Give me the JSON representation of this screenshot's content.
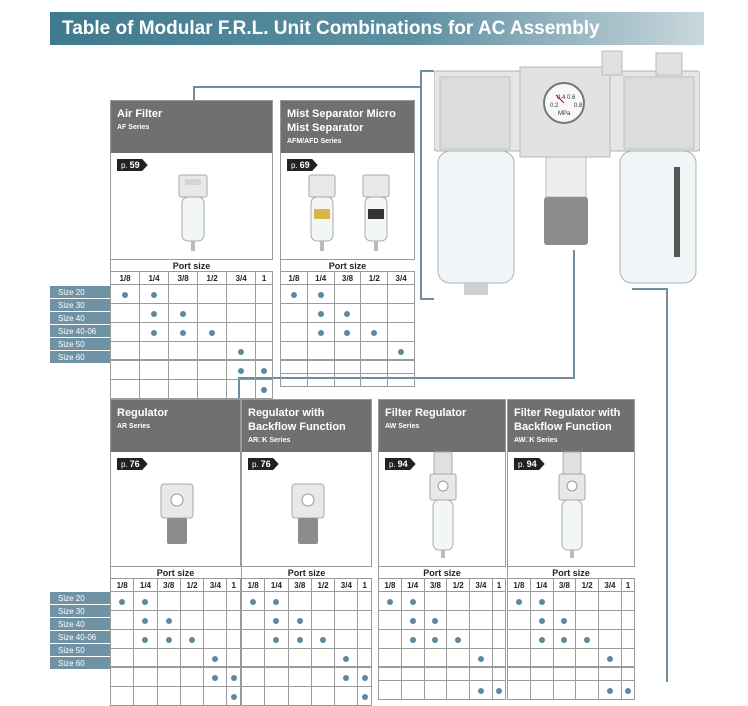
{
  "page_title": "Table of Modular F.R.L. Unit Combinations for AC Assembly",
  "port_size_label": "Port size",
  "top_group": {
    "columns": [
      "1/8",
      "1/4",
      "3/8",
      "1/2",
      "3/4",
      "1"
    ],
    "sizes": [
      "Size 20",
      "Size 30",
      "Size 40",
      "Size 40-06",
      "Size 50",
      "Size 60"
    ],
    "cards": [
      {
        "title": "Air Filter",
        "series": "AF Series",
        "page": "59",
        "columns": [
          "1/8",
          "1/4",
          "3/8",
          "1/2",
          "3/4",
          "1"
        ],
        "matrix": [
          [
            1,
            1,
            0,
            0,
            0,
            0
          ],
          [
            0,
            1,
            1,
            0,
            0,
            0
          ],
          [
            0,
            1,
            1,
            1,
            0,
            0
          ],
          [
            0,
            0,
            0,
            0,
            1,
            0
          ],
          [
            0,
            0,
            0,
            0,
            1,
            1
          ],
          [
            0,
            0,
            0,
            0,
            0,
            1
          ]
        ]
      },
      {
        "title": "Mist Separator Micro Mist Separator",
        "series": "AFM/AFD Series",
        "page": "69",
        "columns": [
          "1/8",
          "1/4",
          "3/8",
          "1/2",
          "3/4"
        ],
        "matrix": [
          [
            1,
            1,
            0,
            0,
            0
          ],
          [
            0,
            1,
            1,
            0,
            0
          ],
          [
            0,
            1,
            1,
            1,
            0
          ],
          [
            0,
            0,
            0,
            0,
            1
          ],
          [
            0,
            0,
            0,
            0,
            0
          ],
          [
            0,
            0,
            0,
            0,
            0
          ]
        ]
      }
    ]
  },
  "bottom_group": {
    "sizes": [
      "Size 20",
      "Size 30",
      "Size 40",
      "Size 40-06",
      "Size 50",
      "Size 60"
    ],
    "cards": [
      {
        "title": "Regulator",
        "series": "AR Series",
        "page": "76",
        "columns": [
          "1/8",
          "1/4",
          "3/8",
          "1/2",
          "3/4",
          "1"
        ],
        "matrix": [
          [
            1,
            1,
            0,
            0,
            0,
            0
          ],
          [
            0,
            1,
            1,
            0,
            0,
            0
          ],
          [
            0,
            1,
            1,
            1,
            0,
            0
          ],
          [
            0,
            0,
            0,
            0,
            1,
            0
          ],
          [
            0,
            0,
            0,
            0,
            1,
            1
          ],
          [
            0,
            0,
            0,
            0,
            0,
            1
          ]
        ]
      },
      {
        "title": "Regulator with Backflow Function",
        "series": "AR□K Series",
        "page": "76",
        "columns": [
          "1/8",
          "1/4",
          "3/8",
          "1/2",
          "3/4",
          "1"
        ],
        "matrix": [
          [
            1,
            1,
            0,
            0,
            0,
            0
          ],
          [
            0,
            1,
            1,
            0,
            0,
            0
          ],
          [
            0,
            1,
            1,
            1,
            0,
            0
          ],
          [
            0,
            0,
            0,
            0,
            1,
            0
          ],
          [
            0,
            0,
            0,
            0,
            1,
            1
          ],
          [
            0,
            0,
            0,
            0,
            0,
            1
          ]
        ]
      },
      {
        "title": "Filter Regulator",
        "series": "AW Series",
        "page": "94",
        "columns": [
          "1/8",
          "1/4",
          "3/8",
          "1/2",
          "3/4",
          "1"
        ],
        "matrix": [
          [
            1,
            1,
            0,
            0,
            0,
            0
          ],
          [
            0,
            1,
            1,
            0,
            0,
            0
          ],
          [
            0,
            1,
            1,
            1,
            0,
            0
          ],
          [
            0,
            0,
            0,
            0,
            1,
            0
          ],
          [
            0,
            0,
            0,
            0,
            0,
            0
          ],
          [
            0,
            0,
            0,
            0,
            1,
            1
          ]
        ]
      },
      {
        "title": "Filter Regulator with Backflow Function",
        "series": "AW□K Series",
        "page": "94",
        "columns": [
          "1/8",
          "1/4",
          "3/8",
          "1/2",
          "3/4",
          "1"
        ],
        "matrix": [
          [
            1,
            1,
            0,
            0,
            0,
            0
          ],
          [
            0,
            1,
            1,
            0,
            0,
            0
          ],
          [
            0,
            1,
            1,
            1,
            0,
            0
          ],
          [
            0,
            0,
            0,
            0,
            1,
            0
          ],
          [
            0,
            0,
            0,
            0,
            0,
            0
          ],
          [
            0,
            0,
            0,
            0,
            1,
            1
          ]
        ]
      }
    ]
  },
  "gauge": {
    "label": "MPa",
    "numbers": [
      "0.4",
      "0.6",
      "0.2",
      "0.8"
    ]
  },
  "colors": {
    "accent": "#5b8a9c",
    "header_bg": "#707070",
    "size_bg": "#6f93a5"
  }
}
